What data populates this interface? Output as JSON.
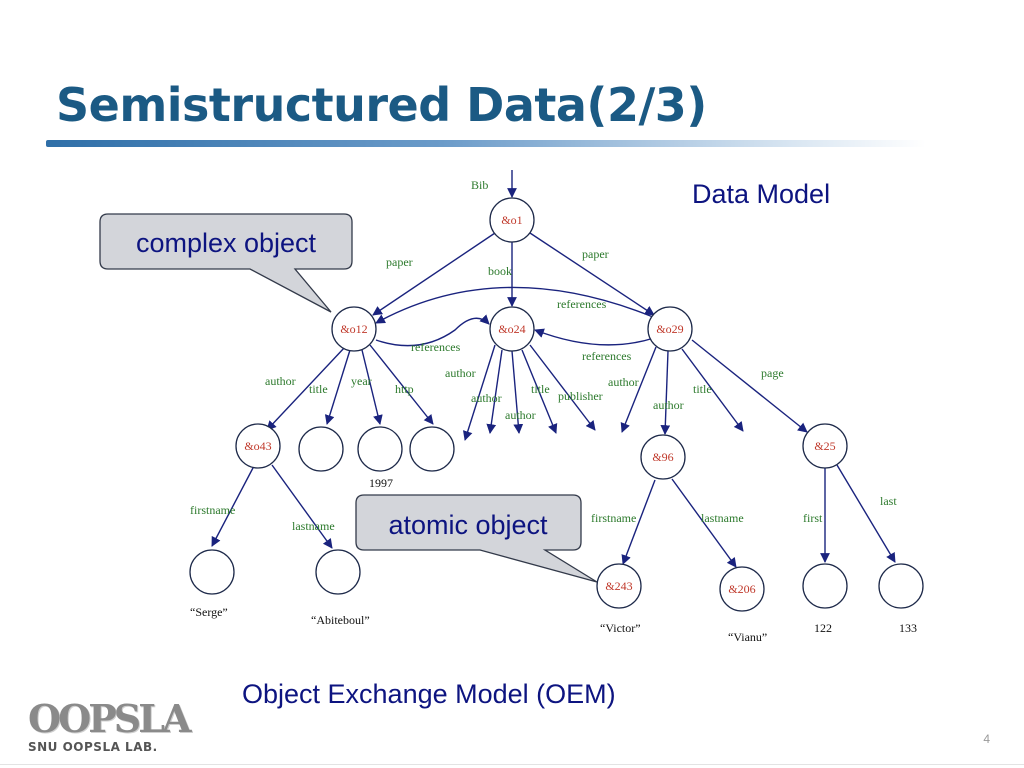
{
  "slide": {
    "title": "Semistructured Data(2/3)",
    "page_number": "4",
    "logo": {
      "mark": "OOPSLA",
      "lab": "SNU OOPSLA LAB."
    }
  },
  "diagram": {
    "heading": "Data Model",
    "caption": "Object Exchange Model (OEM)",
    "callouts": {
      "complex": "complex object",
      "atomic": "atomic object"
    },
    "entry_label": "Bib",
    "nodes": {
      "o1": "&o1",
      "o12": "&o12",
      "o24": "&o24",
      "o29": "&o29",
      "o43": "&o43",
      "n96": "&96",
      "n25": "&25",
      "n243": "&243",
      "n206": "&206"
    },
    "edge_labels": {
      "paper_left": "paper",
      "book": "book",
      "paper_right": "paper",
      "references_top": "references",
      "references_mid": "references",
      "references_right": "references",
      "o12_author": "author",
      "o12_title": "title",
      "o12_year": "year",
      "o12_http": "http",
      "o24_author_a": "author",
      "o24_author_b": "author",
      "o24_author_c": "author",
      "o24_title": "title",
      "o24_publisher": "publisher",
      "o29_author_a": "author",
      "o29_author_b": "author",
      "o29_title": "title",
      "o29_page": "page",
      "o43_firstname": "firstname",
      "o43_lastname": "lastname",
      "n96_firstname": "firstname",
      "n96_lastname": "lastname",
      "n25_first": "first",
      "n25_last": "last"
    },
    "values": {
      "year": "1997",
      "serge": "“Serge”",
      "abiteboul": "“Abiteboul”",
      "victor": "“Victor”",
      "vianu": "“Vianu”",
      "first": "122",
      "last": "133"
    },
    "colors": {
      "title": "#1b5a84",
      "node_id": "#c0392b",
      "edge_label": "#2d7a2d",
      "arrow": "#1a237e",
      "callout_text": "#0d1480"
    }
  }
}
